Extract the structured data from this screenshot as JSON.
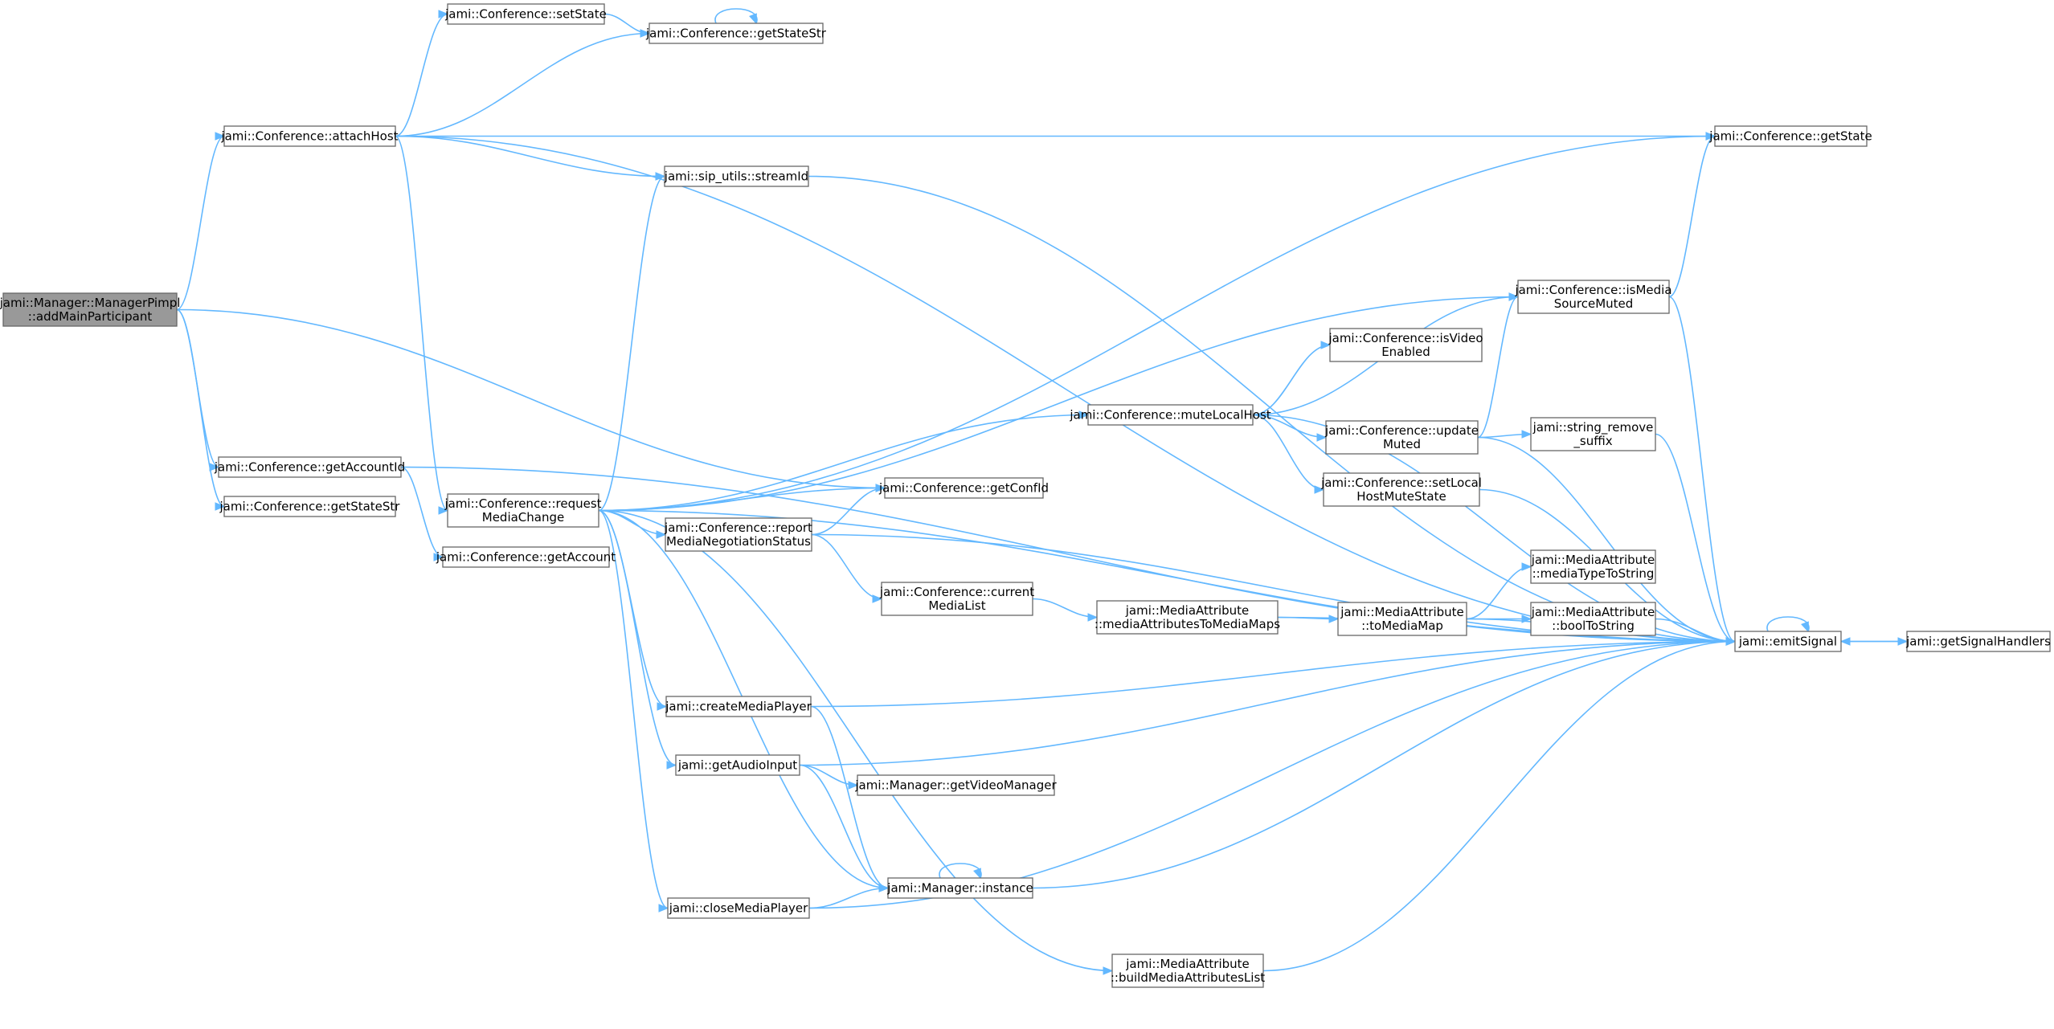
{
  "graph": {
    "colors": {
      "node_fill": "#ffffff",
      "node_stroke": "#666666",
      "root_fill": "#999999",
      "edge": "#63b8ff"
    },
    "nodes": [
      {
        "id": "root",
        "lines": [
          "jami::Manager::ManagerPimpl",
          "::addMainParticipant"
        ],
        "root": true
      },
      {
        "id": "attachHost",
        "lines": [
          "jami::Conference::attachHost"
        ]
      },
      {
        "id": "setState",
        "lines": [
          "jami::Conference::setState"
        ]
      },
      {
        "id": "getStateStr",
        "lines": [
          "jami::Conference::getStateStr"
        ]
      },
      {
        "id": "getState",
        "lines": [
          "jami::Conference::getState"
        ]
      },
      {
        "id": "streamId",
        "lines": [
          "jami::sip_utils::streamId"
        ]
      },
      {
        "id": "emitSignal",
        "lines": [
          "jami::emitSignal"
        ]
      },
      {
        "id": "getSignalHandlers",
        "lines": [
          "jami::getSignalHandlers"
        ]
      },
      {
        "id": "requestMediaChange",
        "lines": [
          "jami::Conference::request",
          "MediaChange"
        ]
      },
      {
        "id": "getAccountId",
        "lines": [
          "jami::Conference::getAccountId"
        ]
      },
      {
        "id": "getStateStr2",
        "lines": [
          "jami::Conference::getStateStr"
        ]
      },
      {
        "id": "getAccount",
        "lines": [
          "jami::Conference::getAccount"
        ]
      },
      {
        "id": "getConfId",
        "lines": [
          "jami::Conference::getConfId"
        ]
      },
      {
        "id": "isMediaSourceMuted",
        "lines": [
          "jami::Conference::isMedia",
          "SourceMuted"
        ]
      },
      {
        "id": "isVideoEnabled",
        "lines": [
          "jami::Conference::isVideo",
          "Enabled"
        ]
      },
      {
        "id": "muteLocalHost",
        "lines": [
          "jami::Conference::muteLocalHost"
        ]
      },
      {
        "id": "updateMuted",
        "lines": [
          "jami::Conference::update",
          "Muted"
        ]
      },
      {
        "id": "stringRemoveSuffix",
        "lines": [
          "jami::string_remove",
          "_suffix"
        ]
      },
      {
        "id": "setLocalHostMuteState",
        "lines": [
          "jami::Conference::setLocal",
          "HostMuteState"
        ]
      },
      {
        "id": "reportMediaNegotiationStatus",
        "lines": [
          "jami::Conference::report",
          "MediaNegotiationStatus"
        ]
      },
      {
        "id": "currentMediaList",
        "lines": [
          "jami::Conference::current",
          "MediaList"
        ]
      },
      {
        "id": "mediaAttributesToMediaMaps",
        "lines": [
          "jami::MediaAttribute",
          "::mediaAttributesToMediaMaps"
        ]
      },
      {
        "id": "toMediaMap",
        "lines": [
          "jami::MediaAttribute",
          "::toMediaMap"
        ]
      },
      {
        "id": "mediaTypeToString",
        "lines": [
          "jami::MediaAttribute",
          "::mediaTypeToString"
        ]
      },
      {
        "id": "boolToString",
        "lines": [
          "jami::MediaAttribute",
          "::boolToString"
        ]
      },
      {
        "id": "createMediaPlayer",
        "lines": [
          "jami::createMediaPlayer"
        ]
      },
      {
        "id": "getAudioInput",
        "lines": [
          "jami::getAudioInput"
        ]
      },
      {
        "id": "getVideoManager",
        "lines": [
          "jami::Manager::getVideoManager"
        ]
      },
      {
        "id": "instance",
        "lines": [
          "jami::Manager::instance"
        ]
      },
      {
        "id": "closeMediaPlayer",
        "lines": [
          "jami::closeMediaPlayer"
        ]
      },
      {
        "id": "buildMediaAttributesList",
        "lines": [
          "jami::MediaAttribute",
          "::buildMediaAttributesList"
        ]
      }
    ],
    "edges": [
      [
        "root",
        "attachHost"
      ],
      [
        "root",
        "getAccountId"
      ],
      [
        "root",
        "getStateStr2"
      ],
      [
        "root",
        "getConfId"
      ],
      [
        "attachHost",
        "setState"
      ],
      [
        "attachHost",
        "getStateStr"
      ],
      [
        "attachHost",
        "getState"
      ],
      [
        "attachHost",
        "emitSignal"
      ],
      [
        "attachHost",
        "streamId"
      ],
      [
        "attachHost",
        "requestMediaChange"
      ],
      [
        "setState",
        "getStateStr"
      ],
      [
        "getStateStr",
        "getStateStr"
      ],
      [
        "streamId",
        "emitSignal"
      ],
      [
        "getAccountId",
        "getAccount"
      ],
      [
        "getAccountId",
        "emitSignal"
      ],
      [
        "requestMediaChange",
        "streamId"
      ],
      [
        "requestMediaChange",
        "getState"
      ],
      [
        "requestMediaChange",
        "isMediaSourceMuted"
      ],
      [
        "requestMediaChange",
        "muteLocalHost"
      ],
      [
        "requestMediaChange",
        "getConfId"
      ],
      [
        "requestMediaChange",
        "reportMediaNegotiationStatus"
      ],
      [
        "requestMediaChange",
        "createMediaPlayer"
      ],
      [
        "requestMediaChange",
        "getAudioInput"
      ],
      [
        "requestMediaChange",
        "emitSignal"
      ],
      [
        "requestMediaChange",
        "instance"
      ],
      [
        "requestMediaChange",
        "closeMediaPlayer"
      ],
      [
        "requestMediaChange",
        "buildMediaAttributesList"
      ],
      [
        "muteLocalHost",
        "isMediaSourceMuted"
      ],
      [
        "muteLocalHost",
        "isVideoEnabled"
      ],
      [
        "muteLocalHost",
        "emitSignal"
      ],
      [
        "muteLocalHost",
        "updateMuted"
      ],
      [
        "muteLocalHost",
        "setLocalHostMuteState"
      ],
      [
        "isMediaSourceMuted",
        "getState"
      ],
      [
        "isMediaSourceMuted",
        "emitSignal"
      ],
      [
        "updateMuted",
        "isMediaSourceMuted"
      ],
      [
        "updateMuted",
        "emitSignal"
      ],
      [
        "updateMuted",
        "stringRemoveSuffix"
      ],
      [
        "stringRemoveSuffix",
        "emitSignal"
      ],
      [
        "setLocalHostMuteState",
        "emitSignal"
      ],
      [
        "reportMediaNegotiationStatus",
        "getConfId"
      ],
      [
        "reportMediaNegotiationStatus",
        "emitSignal"
      ],
      [
        "reportMediaNegotiationStatus",
        "currentMediaList"
      ],
      [
        "currentMediaList",
        "mediaAttributesToMediaMaps"
      ],
      [
        "mediaAttributesToMediaMaps",
        "toMediaMap"
      ],
      [
        "mediaAttributesToMediaMaps",
        "emitSignal"
      ],
      [
        "toMediaMap",
        "mediaTypeToString"
      ],
      [
        "toMediaMap",
        "boolToString"
      ],
      [
        "toMediaMap",
        "emitSignal"
      ],
      [
        "boolToString",
        "emitSignal"
      ],
      [
        "emitSignal",
        "emitSignal"
      ],
      [
        "emitSignal",
        "getSignalHandlers"
      ],
      [
        "getSignalHandlers",
        "emitSignal"
      ],
      [
        "createMediaPlayer",
        "emitSignal"
      ],
      [
        "createMediaPlayer",
        "instance"
      ],
      [
        "getAudioInput",
        "emitSignal"
      ],
      [
        "getAudioInput",
        "getVideoManager"
      ],
      [
        "getAudioInput",
        "instance"
      ],
      [
        "instance",
        "instance"
      ],
      [
        "instance",
        "emitSignal"
      ],
      [
        "closeMediaPlayer",
        "instance"
      ],
      [
        "closeMediaPlayer",
        "emitSignal"
      ],
      [
        "buildMediaAttributesList",
        "emitSignal"
      ]
    ]
  }
}
